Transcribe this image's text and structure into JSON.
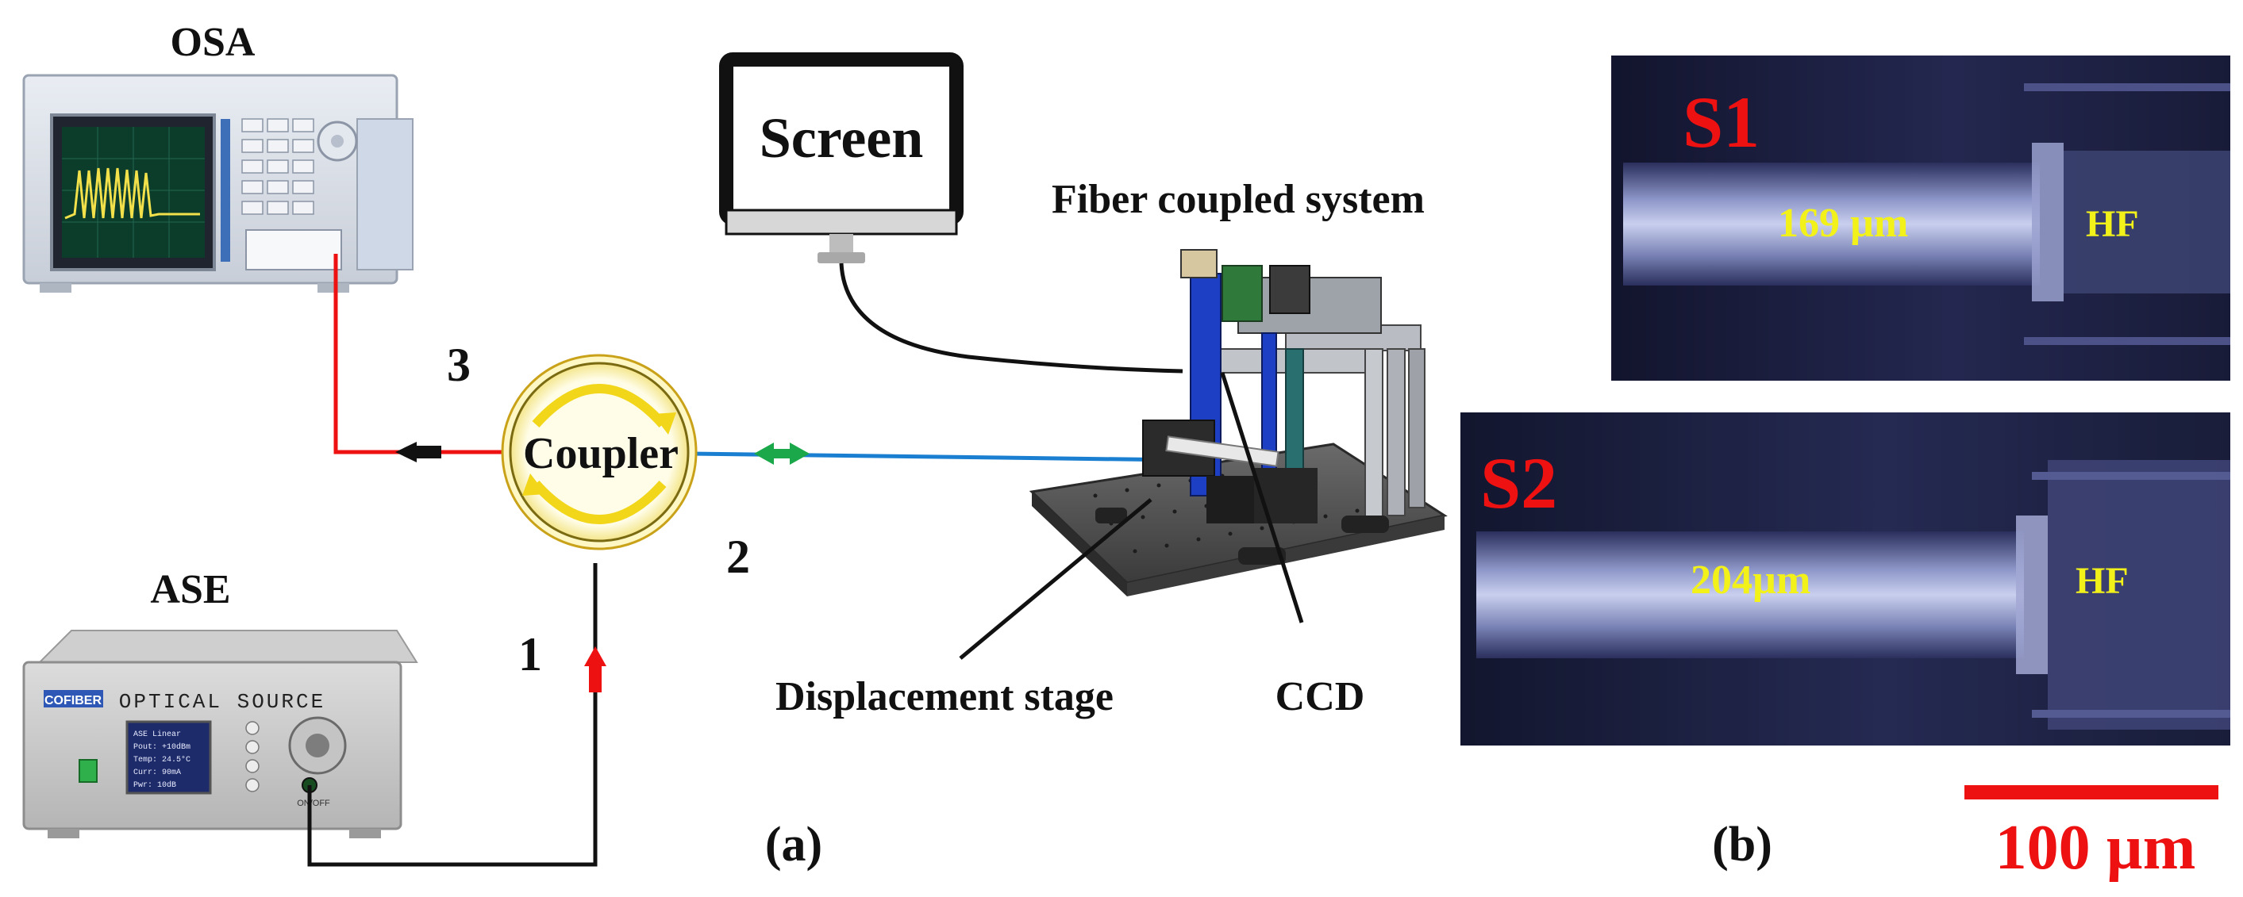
{
  "panel_a": {
    "label": "(a)",
    "osa": {
      "label": "OSA"
    },
    "ase": {
      "label": "ASE",
      "brand": "COFIBER",
      "front_text": "OPTICAL SOURCE",
      "screen_lines": [
        "ASE Linear",
        "Pout: +10dBm",
        "Temp: 24.5°C",
        "Curr: 90mA",
        "Pwr: 10dB"
      ],
      "knob_label": "ON/OFF"
    },
    "coupler": {
      "label": "Coupler"
    },
    "ports": {
      "p1": "1",
      "p2": "2",
      "p3": "3"
    },
    "screen": {
      "label": "Screen"
    },
    "fiber_system": {
      "label": "Fiber coupled system"
    },
    "stage": {
      "label": "Displacement stage"
    },
    "ccd": {
      "label": "CCD"
    }
  },
  "panel_b": {
    "label": "(b)",
    "s1": {
      "label": "S1",
      "measure": "169 µm",
      "hf": "HF"
    },
    "s2": {
      "label": "S2",
      "measure": "204µm",
      "hf": "HF"
    },
    "scale_bar": {
      "label": "100 µm"
    }
  },
  "colors": {
    "red_fiber": "#ee1111",
    "blue_fiber": "#1a7fd0",
    "black_cable": "#111111",
    "green_arrow": "#1aa84a",
    "coupler_yellow": "#f2d61a",
    "label_yellow": "#f2f21a",
    "label_red": "#ee1111",
    "micro_bg": "#1b1d3a"
  }
}
